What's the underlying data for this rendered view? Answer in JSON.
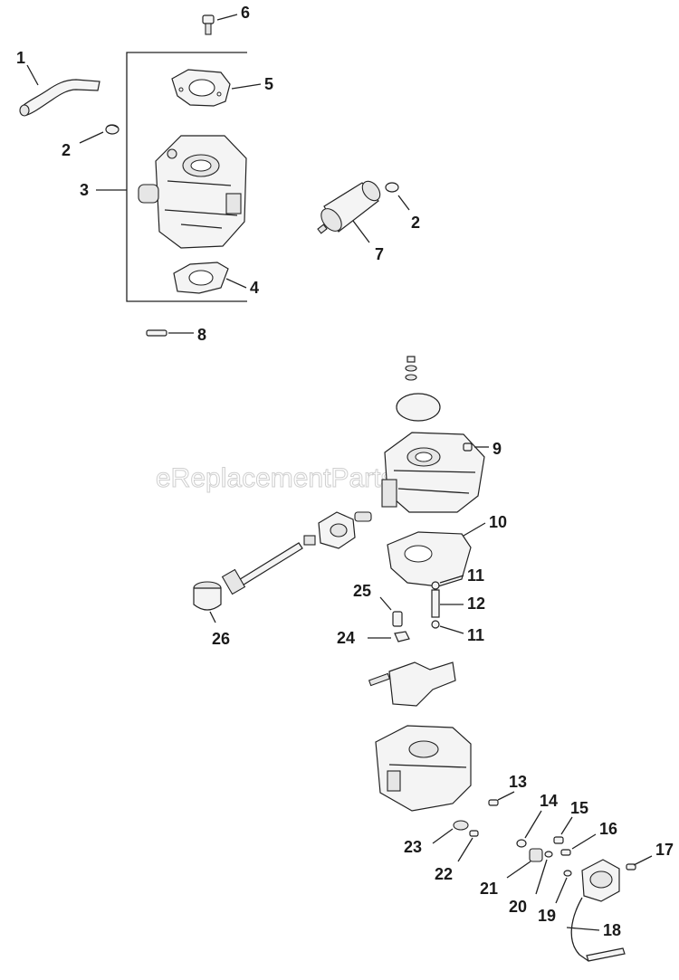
{
  "watermark": "eReplacementParts.com",
  "callouts": [
    {
      "id": "c1",
      "text": "1"
    },
    {
      "id": "c2a",
      "text": "2"
    },
    {
      "id": "c2b",
      "text": "2"
    },
    {
      "id": "c3",
      "text": "3"
    },
    {
      "id": "c4",
      "text": "4"
    },
    {
      "id": "c5",
      "text": "5"
    },
    {
      "id": "c6",
      "text": "6"
    },
    {
      "id": "c7",
      "text": "7"
    },
    {
      "id": "c8",
      "text": "8"
    },
    {
      "id": "c9",
      "text": "9"
    },
    {
      "id": "c10",
      "text": "10"
    },
    {
      "id": "c11a",
      "text": "11"
    },
    {
      "id": "c11b",
      "text": "11"
    },
    {
      "id": "c12",
      "text": "12"
    },
    {
      "id": "c13",
      "text": "13"
    },
    {
      "id": "c14",
      "text": "14"
    },
    {
      "id": "c15",
      "text": "15"
    },
    {
      "id": "c16",
      "text": "16"
    },
    {
      "id": "c17",
      "text": "17"
    },
    {
      "id": "c18",
      "text": "18"
    },
    {
      "id": "c19",
      "text": "19"
    },
    {
      "id": "c20",
      "text": "20"
    },
    {
      "id": "c21",
      "text": "21"
    },
    {
      "id": "c22",
      "text": "22"
    },
    {
      "id": "c23",
      "text": "23"
    },
    {
      "id": "c24",
      "text": "24"
    },
    {
      "id": "c25",
      "text": "25"
    },
    {
      "id": "c26",
      "text": "26"
    }
  ]
}
